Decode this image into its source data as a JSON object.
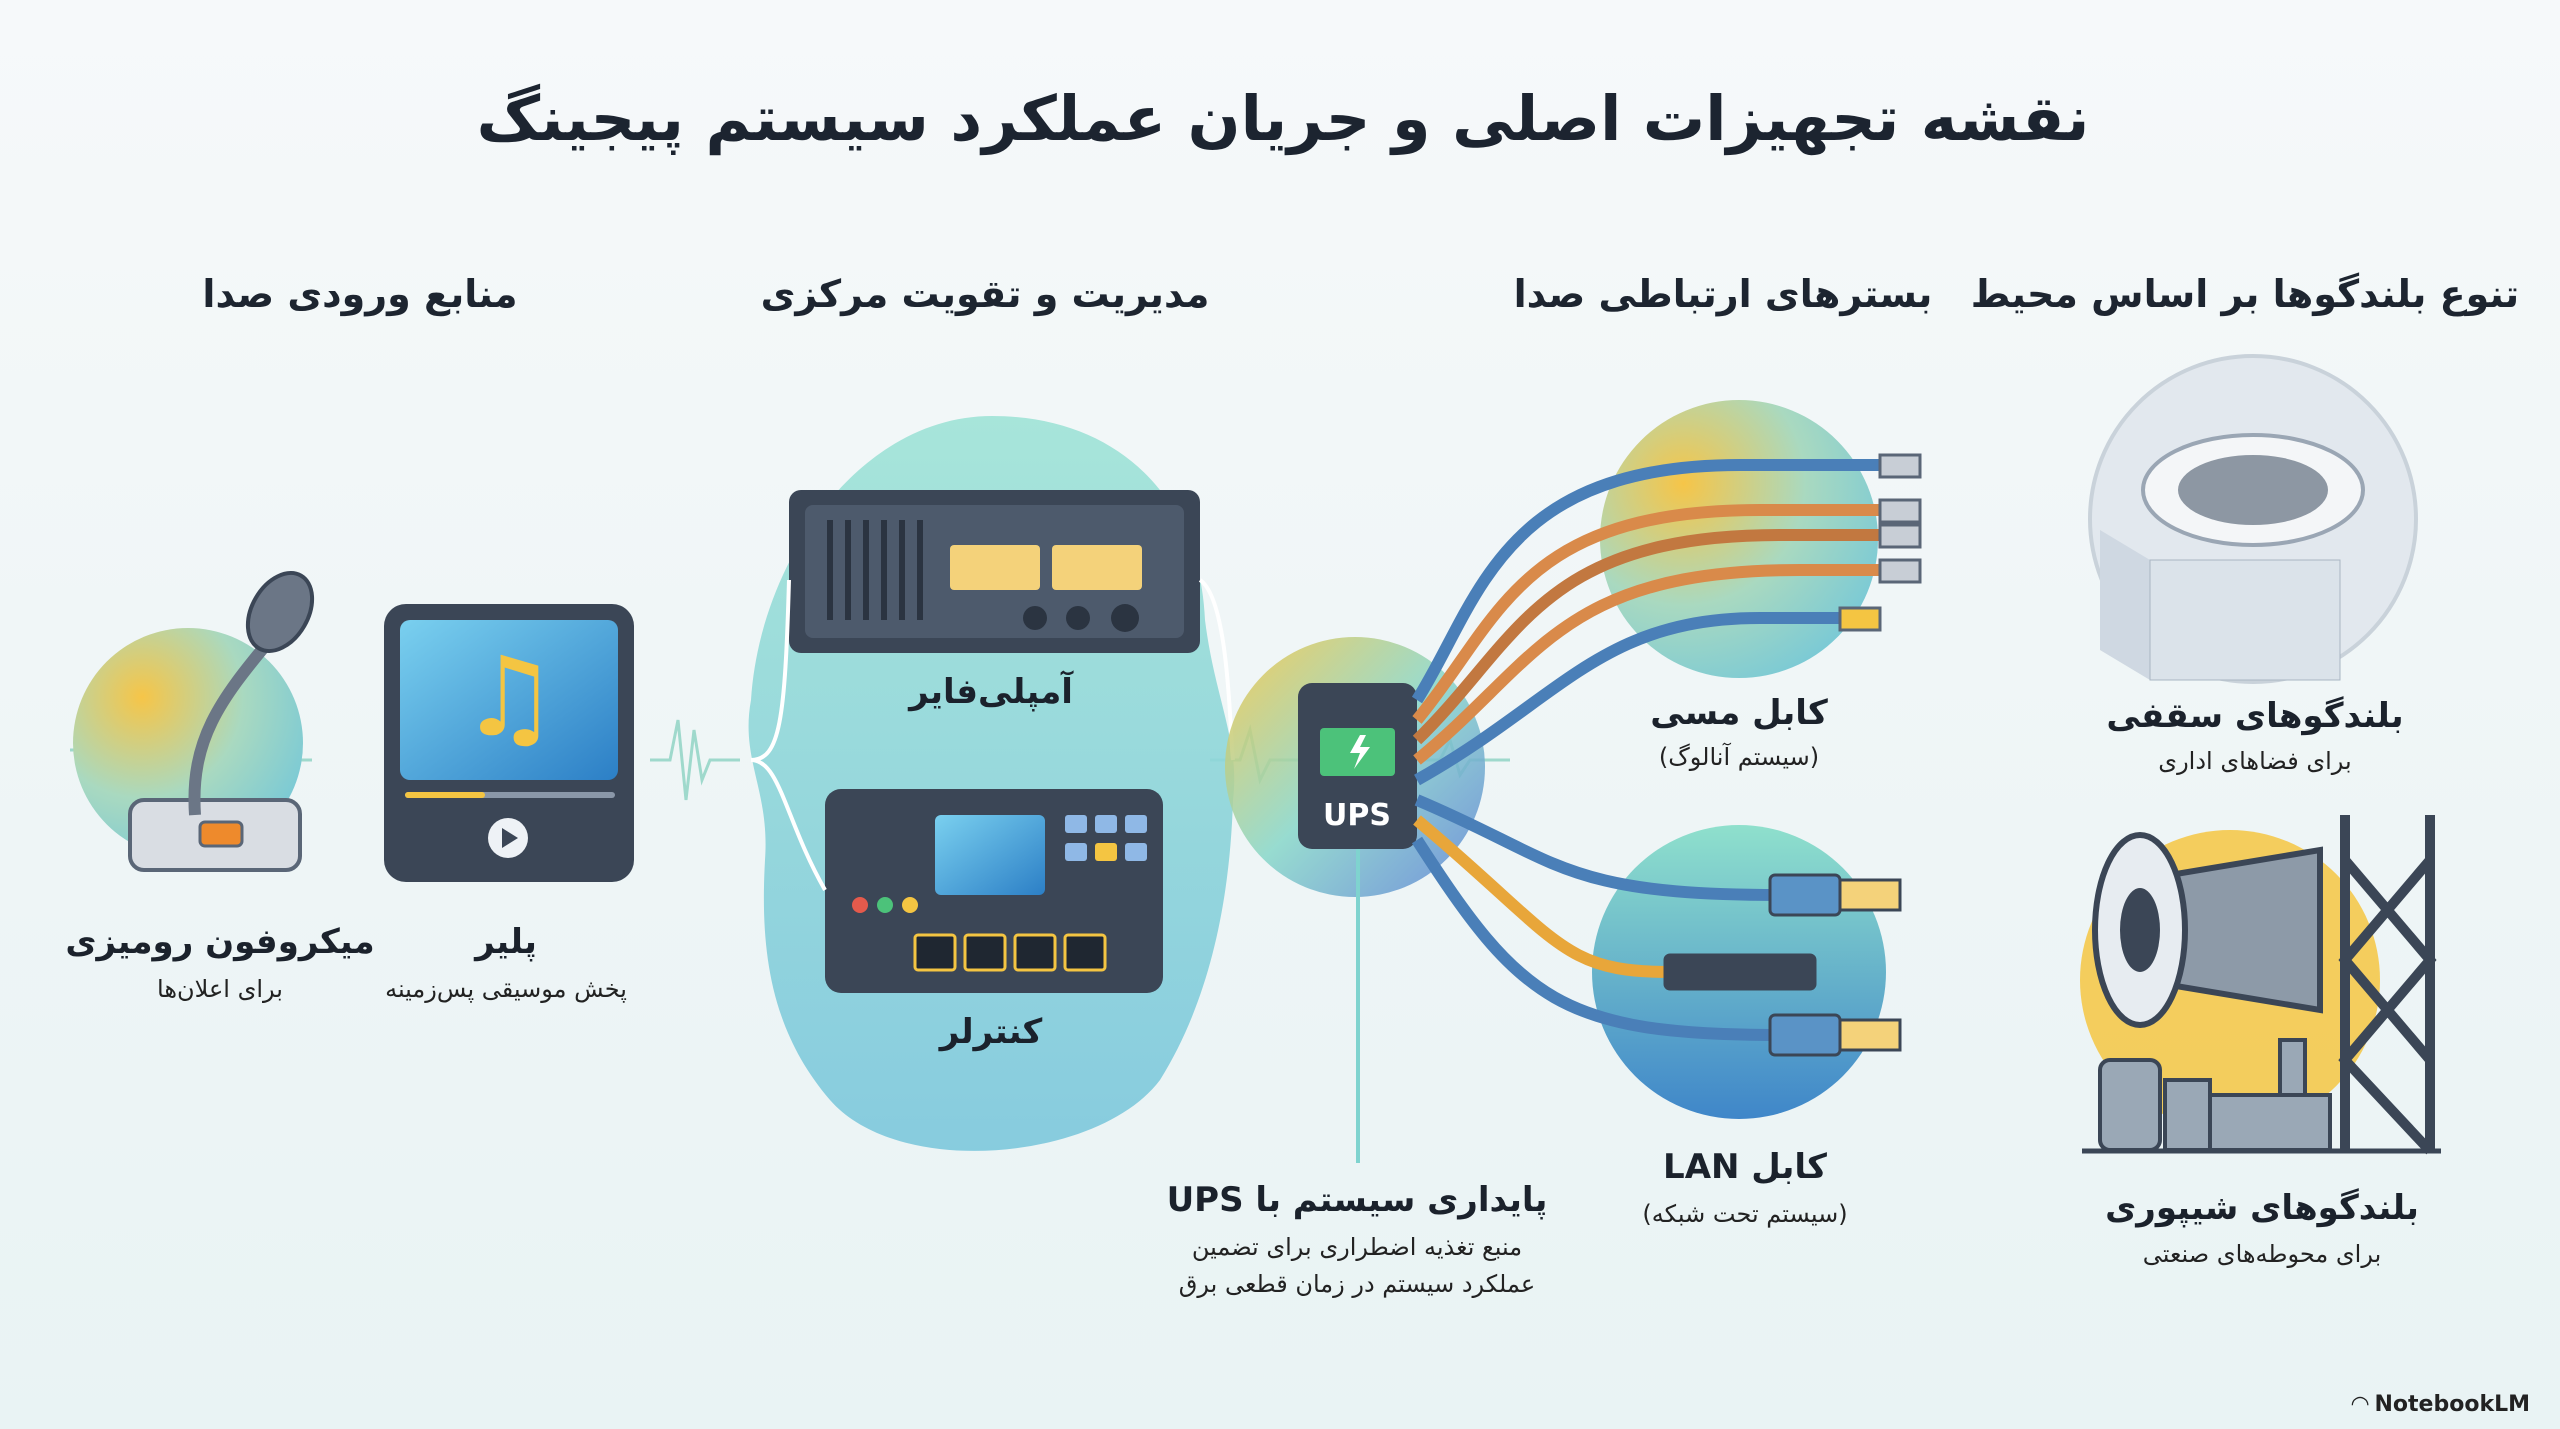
{
  "title": "نقشه تجهیزات اصلی و جریان عملکرد سیستم پیجینگ",
  "sections": {
    "input": "منابع ورودی صدا",
    "central": "مدیریت و تقویت مرکزی",
    "transport": "بسترهای ارتباطی صدا",
    "speakers": "تنوع بلندگوها بر اساس محیط"
  },
  "devices": {
    "microphone": {
      "label": "میکروفون رومیزی",
      "sub": "برای اعلان‌ها"
    },
    "player": {
      "label": "پلیر",
      "sub": "پخش موسیقی پس‌زمینه"
    },
    "amplifier": {
      "label": "آمپلی‌فایر"
    },
    "controller": {
      "label": "کنترلر"
    },
    "ups": {
      "badge": "UPS",
      "label": "پایداری سیستم با UPS",
      "sub1": "منبع تغذیه اضطراری برای تضمین",
      "sub2": "عملکرد سیستم در زمان قطعی برق"
    },
    "copper_cable": {
      "label": "کابل مسی",
      "sub": "(سیستم آنالوگ)"
    },
    "lan_cable": {
      "label": "کابل LAN",
      "sub": "(سیستم تحت شبکه)"
    },
    "ceiling_speakers": {
      "label": "بلندگوهای سقفی",
      "sub": "برای فضاهای اداری"
    },
    "horn_speakers": {
      "label": "بلندگوهای شیپوری",
      "sub": "برای محوطه‌های صنعتی"
    }
  },
  "brand": "NotebookLM",
  "colors": {
    "teal": "#7fd3cf",
    "yellow": "#f4c542",
    "blue": "#3d7fc2",
    "dark": "#3b4656"
  }
}
